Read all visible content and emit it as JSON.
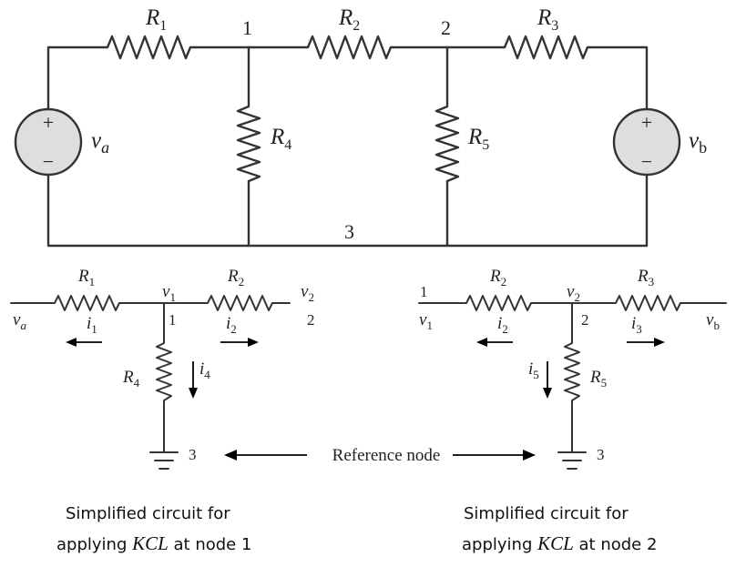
{
  "main_circuit": {
    "resistors": {
      "r1": {
        "letter": "R",
        "sub": "1"
      },
      "r2": {
        "letter": "R",
        "sub": "2"
      },
      "r3": {
        "letter": "R",
        "sub": "3"
      },
      "r4": {
        "letter": "R",
        "sub": "4"
      },
      "r5": {
        "letter": "R",
        "sub": "5"
      }
    },
    "sources": {
      "va": {
        "letter": "v",
        "sub": "a",
        "plus": "+",
        "minus": "−"
      },
      "vb": {
        "letter": "v",
        "sub": "b",
        "plus": "+",
        "minus": "−"
      }
    },
    "nodes": {
      "n1": "1",
      "n2": "2",
      "n3": "3"
    }
  },
  "left_sub": {
    "r1": {
      "letter": "R",
      "sub": "1"
    },
    "r2": {
      "letter": "R",
      "sub": "2"
    },
    "r4": {
      "letter": "R",
      "sub": "4"
    },
    "v1": {
      "letter": "v",
      "sub": "1"
    },
    "v2": {
      "letter": "v",
      "sub": "2"
    },
    "va": {
      "letter": "v",
      "sub": "a"
    },
    "i1": {
      "letter": "i",
      "sub": "1"
    },
    "i2": {
      "letter": "i",
      "sub": "2"
    },
    "i4": {
      "letter": "i",
      "sub": "4"
    },
    "node1": "1",
    "node2": "2",
    "node3": "3"
  },
  "right_sub": {
    "r2": {
      "letter": "R",
      "sub": "2"
    },
    "r3": {
      "letter": "R",
      "sub": "3"
    },
    "r5": {
      "letter": "R",
      "sub": "5"
    },
    "v1": {
      "letter": "v",
      "sub": "1"
    },
    "v2": {
      "letter": "v",
      "sub": "2"
    },
    "vb": {
      "letter": "v",
      "sub": "b"
    },
    "i2": {
      "letter": "i",
      "sub": "2"
    },
    "i3": {
      "letter": "i",
      "sub": "3"
    },
    "i5": {
      "letter": "i",
      "sub": "5"
    },
    "node1": "1",
    "node2": "2",
    "node3": "3"
  },
  "reference_label": "Reference node",
  "captions": {
    "left": {
      "line1": "Simplified circuit for",
      "pre": "applying ",
      "kcl": "KCL",
      "post": " at node 1"
    },
    "right": {
      "line1": "Simplified circuit for",
      "pre": "applying ",
      "kcl": "KCL",
      "post": " at node 2"
    }
  },
  "colors": {
    "wire": "#333333",
    "source_fill": "#dedede",
    "text": "#222222"
  }
}
